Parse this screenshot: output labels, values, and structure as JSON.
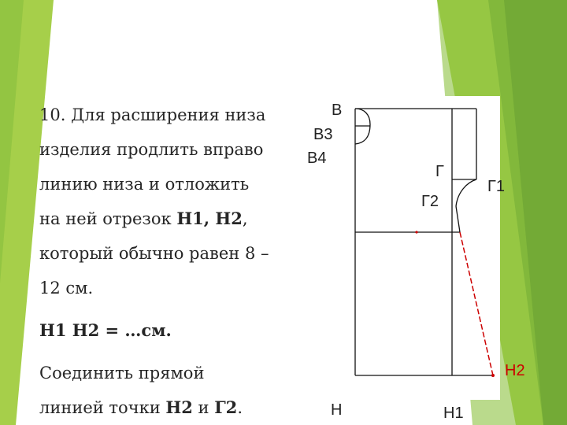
{
  "colors": {
    "green_light": "#a6cf4a",
    "green_mid": "#8cc13f",
    "green_dark": "#6aa332",
    "red": "#cc0000"
  },
  "text": {
    "step_lines": [
      "10. Для расширения низа",
      "изделия продлить вправо",
      "линию низа и отложить"
    ],
    "line4_prefix": "на ней отрезок ",
    "line4_bold": "Н1, Н2",
    "line4_suffix": ",",
    "line5": "который обычно равен 8 –",
    "line6": "12 см.",
    "formula": "Н1 Н2 = …см.",
    "connect_line1": "Соединить прямой",
    "connect_prefix": "линией точки ",
    "connect_bold1": "Н2",
    "connect_mid": " и ",
    "connect_bold2": "Г2",
    "connect_suffix": "."
  },
  "diagram": {
    "labels": {
      "B": "В",
      "B3": "В3",
      "B4": "В4",
      "G": "Г",
      "G1": "Г1",
      "G2": "Г2",
      "H": "Н",
      "H1": "Н1",
      "H2": "Н2"
    }
  }
}
